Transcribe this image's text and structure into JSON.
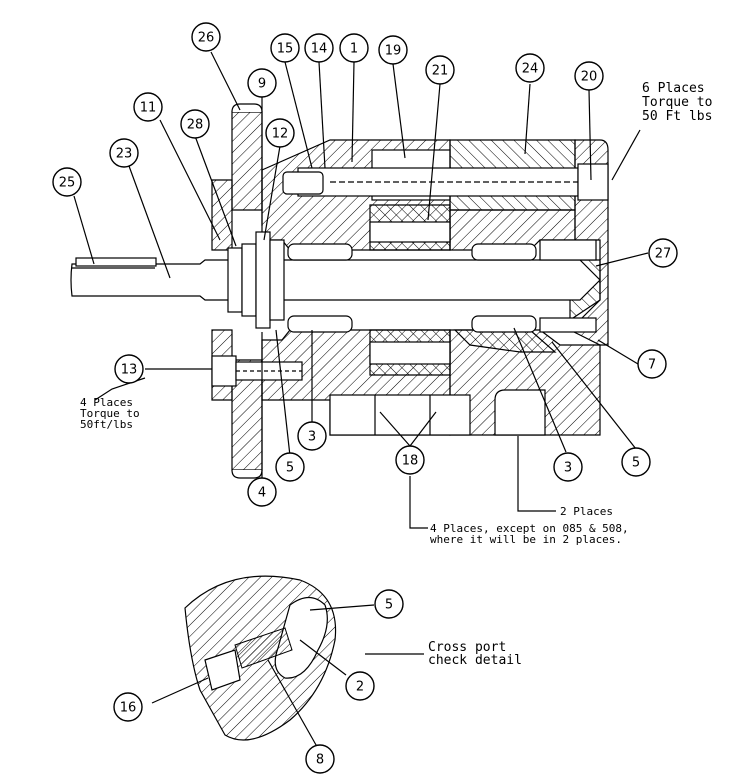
{
  "balloons": [
    {
      "id": "b26",
      "label": "26"
    },
    {
      "id": "b15",
      "label": "15"
    },
    {
      "id": "b14",
      "label": "14"
    },
    {
      "id": "b1",
      "label": "1"
    },
    {
      "id": "b19",
      "label": "19"
    },
    {
      "id": "b21",
      "label": "21"
    },
    {
      "id": "b24",
      "label": "24"
    },
    {
      "id": "b20",
      "label": "20"
    },
    {
      "id": "b9",
      "label": "9"
    },
    {
      "id": "b11",
      "label": "11"
    },
    {
      "id": "b28",
      "label": "28"
    },
    {
      "id": "b12",
      "label": "12"
    },
    {
      "id": "b23",
      "label": "23"
    },
    {
      "id": "b25",
      "label": "25"
    },
    {
      "id": "b27",
      "label": "27"
    },
    {
      "id": "b7",
      "label": "7"
    },
    {
      "id": "b13",
      "label": "13"
    },
    {
      "id": "b3a",
      "label": "3"
    },
    {
      "id": "b5a",
      "label": "5"
    },
    {
      "id": "b4",
      "label": "4"
    },
    {
      "id": "b18",
      "label": "18"
    },
    {
      "id": "b3b",
      "label": "3"
    },
    {
      "id": "b5b",
      "label": "5"
    },
    {
      "id": "b5c",
      "label": "5"
    },
    {
      "id": "b2",
      "label": "2"
    },
    {
      "id": "b16",
      "label": "16"
    },
    {
      "id": "b8",
      "label": "8"
    }
  ],
  "notes": {
    "bolt_torque": [
      "6 Places",
      "Torque to",
      "50 Ft lbs"
    ],
    "screw_torque": [
      "4 Places",
      "Torque to",
      "50ft/lbs"
    ],
    "two_places": "2 Places",
    "four_places": [
      "4 Places, except on 085 & 508,",
      "where it will be in 2 places."
    ],
    "cross_port": [
      "Cross port",
      "check detail"
    ]
  }
}
